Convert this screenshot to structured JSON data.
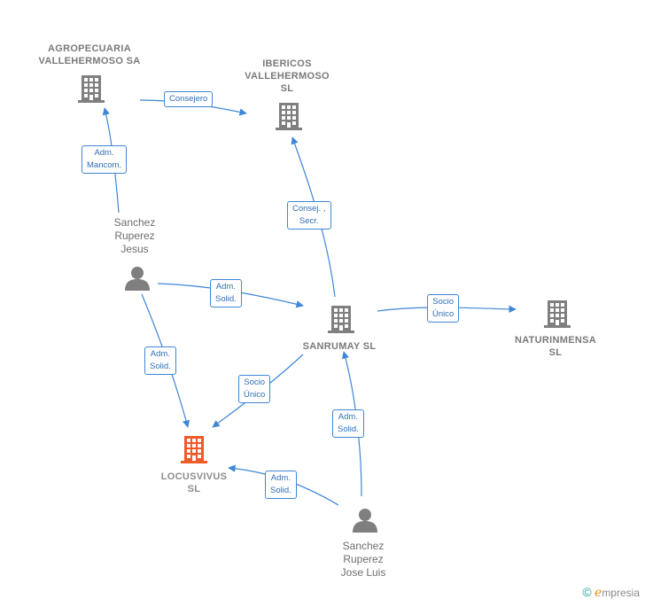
{
  "nodes": {
    "agropecuaria": {
      "label": "AGROPECUARIA\nVALLEHERMOSO SA"
    },
    "ibericos": {
      "label": "IBERICOS\nVALLEHERMOSO\nSL"
    },
    "sanrumay": {
      "label": "SANRUMAY  SL"
    },
    "naturinmensa": {
      "label": "NATURINMENSA\nSL"
    },
    "locusvivus": {
      "label": "LOCUSVIVUS\nSL"
    },
    "sanchez_jesus": {
      "label": "Sanchez\nRuperez\nJesus"
    },
    "sanchez_jose_luis": {
      "label": "Sanchez\nRuperez\nJose Luis"
    }
  },
  "edges": {
    "consejero": "Consejero",
    "adm_mancom": "Adm.\nMancom.",
    "consej_secr": "Consej. ,\nSecr.",
    "adm_solid_jesus_sanrumay": "Adm.\nSolid.",
    "socio_unico_naturinmensa": "Socio\nÚnico",
    "adm_solid_jesus_locus": "Adm.\nSolid.",
    "socio_unico_locus": "Socio\nÚnico",
    "adm_solid_jl_sanrumay": "Adm.\nSolid.",
    "adm_solid_jl_locus": "Adm.\nSolid."
  },
  "colors": {
    "company": "#7f7f7f",
    "focus_company": "#f05a28",
    "person": "#7f7f7f",
    "edge": "#3f86d6"
  },
  "brand": {
    "copyright": "©",
    "name_initial": "e",
    "name_rest": "mpresia"
  }
}
